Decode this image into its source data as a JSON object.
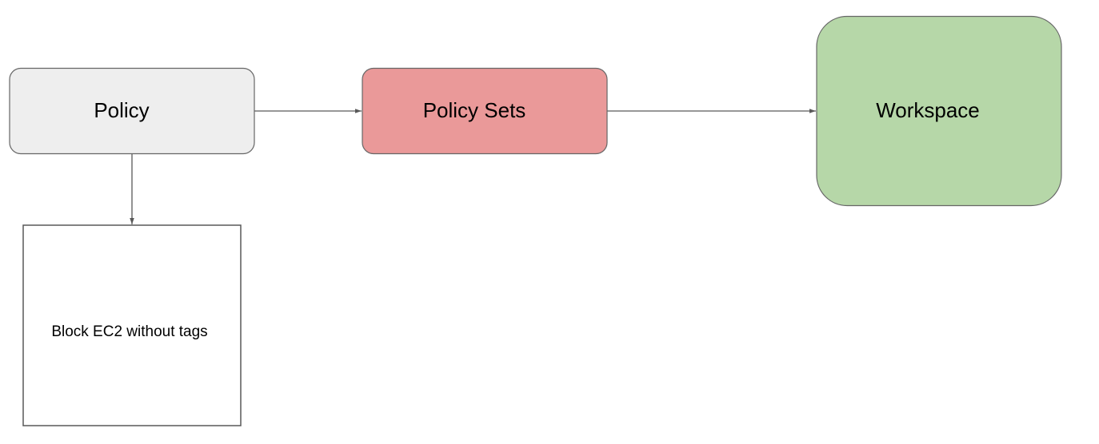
{
  "diagram": {
    "nodes": {
      "policy": {
        "label": "Policy",
        "fill": "#eeeeee",
        "stroke": "#666666"
      },
      "policy_sets": {
        "label": "Policy Sets",
        "fill": "#ea9999",
        "stroke": "#666666"
      },
      "workspace": {
        "label": "Workspace",
        "fill": "#b6d7a8",
        "stroke": "#666666"
      },
      "rule": {
        "label": "Block EC2 without tags",
        "fill": "#ffffff",
        "stroke": "#595959"
      }
    },
    "edges": [
      {
        "from": "policy",
        "to": "policy_sets"
      },
      {
        "from": "policy_sets",
        "to": "workspace"
      },
      {
        "from": "policy",
        "to": "rule"
      }
    ],
    "edge_color": "#595959"
  }
}
